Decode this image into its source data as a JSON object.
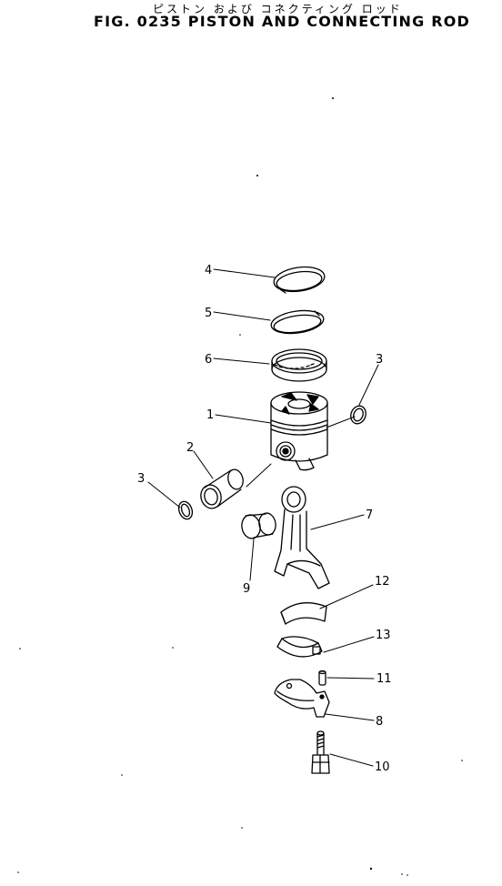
{
  "title_jp": "ピストン および コネクティング ロッド",
  "title_en": "FIG. 0235  PISTON AND CONNECTING ROD",
  "callouts": {
    "c1": "1",
    "c2": "2",
    "c3a": "3",
    "c3b": "3",
    "c4": "4",
    "c5": "5",
    "c6": "6",
    "c7": "7",
    "c8": "8",
    "c9": "9",
    "c10": "10",
    "c11": "11",
    "c12": "12",
    "c13": "13"
  }
}
